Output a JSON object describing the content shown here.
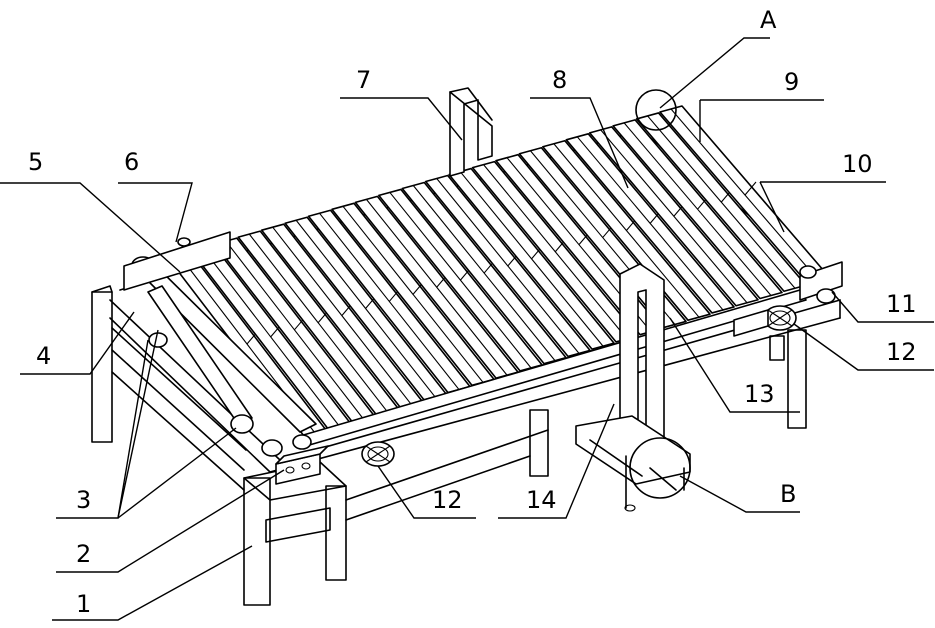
{
  "labels": {
    "l1": "1",
    "l2": "2",
    "l3": "3",
    "l4": "4",
    "l5": "5",
    "l6": "6",
    "l7": "7",
    "l8": "8",
    "l9": "9",
    "l10": "10",
    "l11": "11",
    "l12a": "12",
    "l12b": "12",
    "l13": "13",
    "l14": "14",
    "lA": "A",
    "lB": "B"
  }
}
